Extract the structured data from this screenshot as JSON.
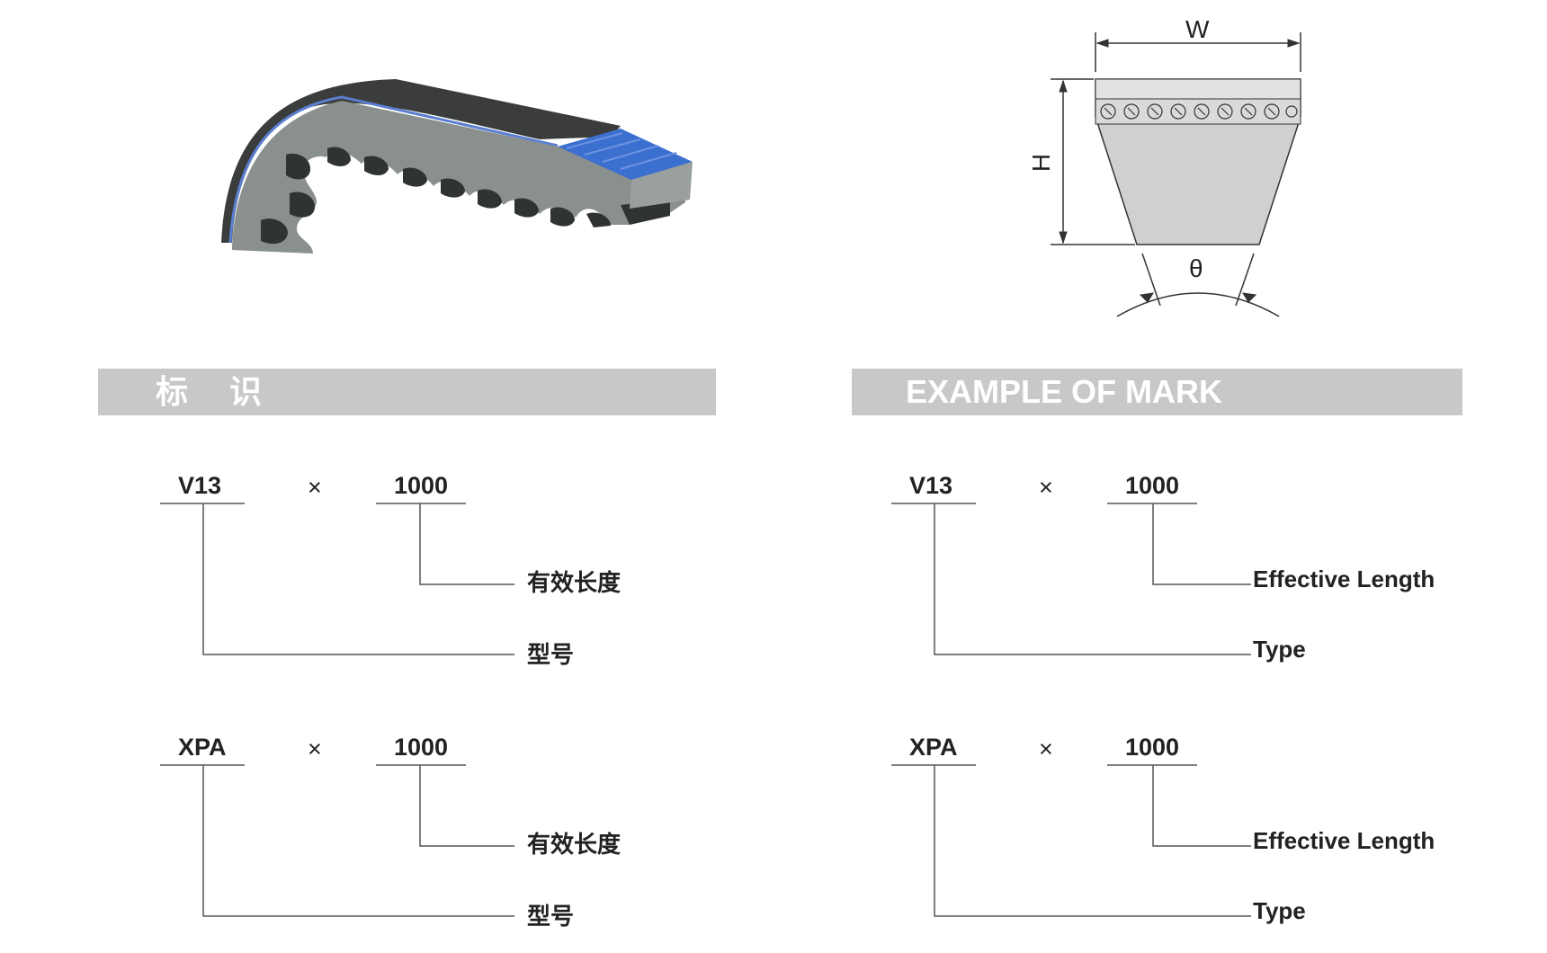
{
  "dimension_labels": {
    "width": "W",
    "height": "H",
    "angle": "θ"
  },
  "zh_section": {
    "title": "标 识",
    "marks": [
      {
        "type_code": "V13",
        "times": "×",
        "length": "1000",
        "length_label": "有效长度",
        "type_label": "型号"
      },
      {
        "type_code": "XPA",
        "times": "×",
        "length": "1000",
        "length_label": "有效长度",
        "type_label": "型号"
      }
    ]
  },
  "en_section": {
    "title": "EXAMPLE OF MARK",
    "marks": [
      {
        "type_code": "V13",
        "times": "×",
        "length": "1000",
        "length_label": "Effective Length",
        "type_label": "Type"
      },
      {
        "type_code": "XPA",
        "times": "×",
        "length": "1000",
        "length_label": "Effective Length",
        "type_label": "Type"
      }
    ]
  },
  "colors": {
    "header_bar": "#c8c8c8",
    "belt_body": "#8a908e",
    "belt_top": "#3a3d3c",
    "belt_cords": "#3b6fd0",
    "line": "#555555"
  }
}
